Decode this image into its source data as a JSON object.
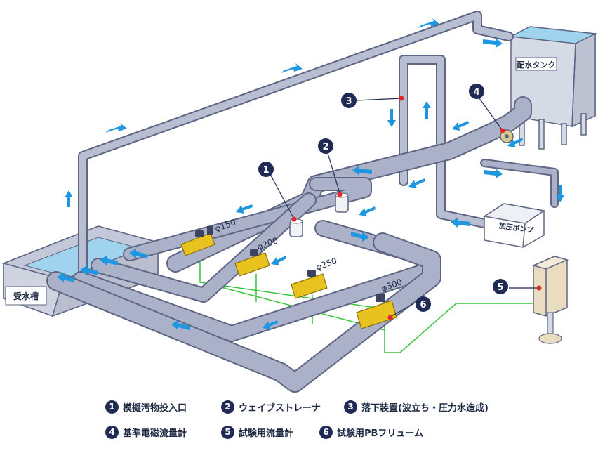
{
  "colors": {
    "pipe": "#aab1c8",
    "pipe_edge": "#5e6684",
    "arrow": "#1e96e0",
    "marker": "#1f2b55",
    "signal": "#35c43a",
    "meter": "#e8c21e",
    "red_dot": "#e0262b",
    "tank": "#d4d8e3"
  },
  "tanks": {
    "receiving": "受水槽",
    "distribution": "配水タンク",
    "pump": "加圧ポンプ"
  },
  "pipe_sizes": [
    "φ150",
    "φ200",
    "φ250",
    "φ300"
  ],
  "markers": [
    {
      "num": "1"
    },
    {
      "num": "2"
    },
    {
      "num": "3"
    },
    {
      "num": "4"
    },
    {
      "num": "5"
    },
    {
      "num": "6"
    }
  ],
  "legend": [
    {
      "num": "1",
      "label": "模擬汚物投入口"
    },
    {
      "num": "2",
      "label": "ウェイブストレーナ"
    },
    {
      "num": "3",
      "label": "落下装置(波立ち・圧力水造成)"
    },
    {
      "num": "4",
      "label": "基準電磁流量計"
    },
    {
      "num": "5",
      "label": "試験用流量計"
    },
    {
      "num": "6",
      "label": "試験用PBフリューム"
    }
  ]
}
